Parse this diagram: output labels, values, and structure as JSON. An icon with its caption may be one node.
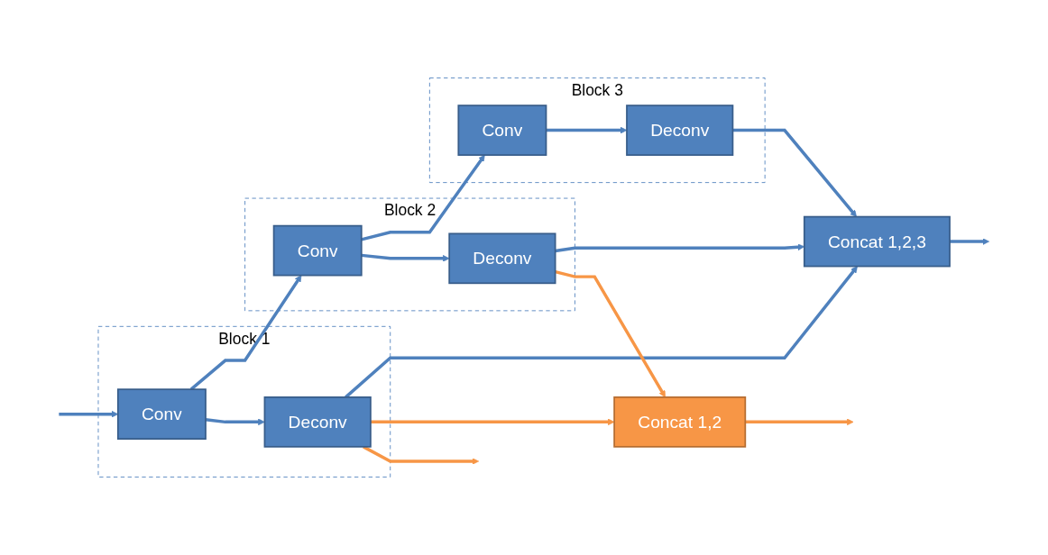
{
  "diagram": {
    "nodes": [
      {
        "text": [
          "Block 1"
        ]
      },
      {
        "text": [
          "Conv"
        ],
        "in": 0
      },
      {
        "text": [
          "Deconv"
        ],
        "in": 0
      },
      {
        "text": [
          "Block 2"
        ]
      },
      {
        "text": [
          "Conv"
        ],
        "in": 3
      },
      {
        "text": [
          "Deconv"
        ],
        "in": 3
      },
      {
        "text": [
          "Block 3"
        ]
      },
      {
        "text": [
          "Conv"
        ],
        "in": 6
      },
      {
        "text": [
          "Deconv"
        ],
        "in": 6
      },
      {
        "text": [
          "Concat 1,2"
        ]
      },
      {
        "text": [
          "Concat 1,2,3"
        ]
      }
    ],
    "edges": [
      {
        "from": null,
        "to": 1,
        "arrow": "to"
      },
      {
        "from": 1,
        "to": 2,
        "arrow": "to"
      },
      {
        "from": 2,
        "to": null,
        "arrow": "to",
        "color": "#f79646"
      },
      {
        "from": 2,
        "to": 9,
        "arrow": "to",
        "color": "#f79646"
      },
      {
        "from": 2,
        "to": 10,
        "arrow": "to"
      },
      {
        "from": 1,
        "to": 4,
        "arrow": "to"
      },
      {
        "from": 4,
        "to": 5,
        "arrow": "to"
      },
      {
        "from": 5,
        "to": 9,
        "arrow": "to",
        "color": "#f79646"
      },
      {
        "from": 9,
        "to": null,
        "arrow": "to",
        "color": "#f79646"
      },
      {
        "from": 5,
        "to": 10,
        "arrow": "to"
      },
      {
        "from": 4,
        "to": 7,
        "arrow": "to"
      },
      {
        "from": 7,
        "to": 8,
        "arrow": "to"
      },
      {
        "from": 8,
        "to": 10,
        "arrow": "to"
      },
      {
        "from": 10,
        "to": null,
        "arrow": "to"
      }
    ]
  }
}
